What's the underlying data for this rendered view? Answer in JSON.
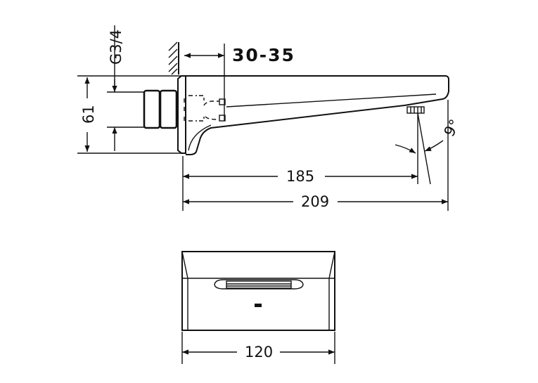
{
  "dimensions": {
    "thread": "G3/4",
    "wall_range": "30-35",
    "height": "61",
    "projection_outlet": "185",
    "projection_total": "209",
    "angle": "9°",
    "width": "120"
  }
}
